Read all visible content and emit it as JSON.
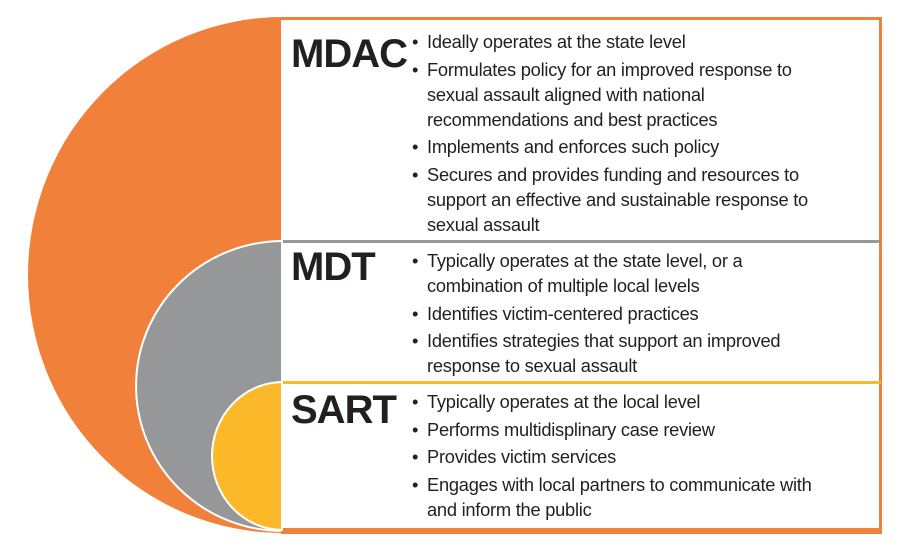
{
  "colors": {
    "mdac": "#f0803a",
    "mdt": "#959799",
    "sart": "#fbb929"
  },
  "sections": [
    {
      "title": "MDAC",
      "items": [
        {
          "lines": [
            "Ideally operates at the state level"
          ]
        },
        {
          "lines": [
            "Formulates policy for an improved response to",
            "sexual assault aligned with national",
            "recommendations and best practices"
          ]
        },
        {
          "lines": [
            "Implements and enforces such policy"
          ]
        },
        {
          "lines": [
            "Secures and provides funding and resources to",
            "support an effective and sustainable response to",
            "sexual assault"
          ]
        }
      ]
    },
    {
      "title": "MDT",
      "items": [
        {
          "lines": [
            "Typically operates at the state level, or a",
            "combination of multiple local levels"
          ]
        },
        {
          "lines": [
            "Identifies victim-centered practices"
          ]
        },
        {
          "lines": [
            "Identifies strategies that support an improved",
            "response to sexual assault"
          ]
        }
      ]
    },
    {
      "title": "SART",
      "items": [
        {
          "lines": [
            "Typically operates at the local level"
          ]
        },
        {
          "lines": [
            "Performs multidisplinary case review"
          ]
        },
        {
          "lines": [
            "Provides victim services"
          ]
        },
        {
          "lines": [
            "Engages with local partners to communicate with",
            "and inform the public"
          ]
        }
      ]
    }
  ]
}
